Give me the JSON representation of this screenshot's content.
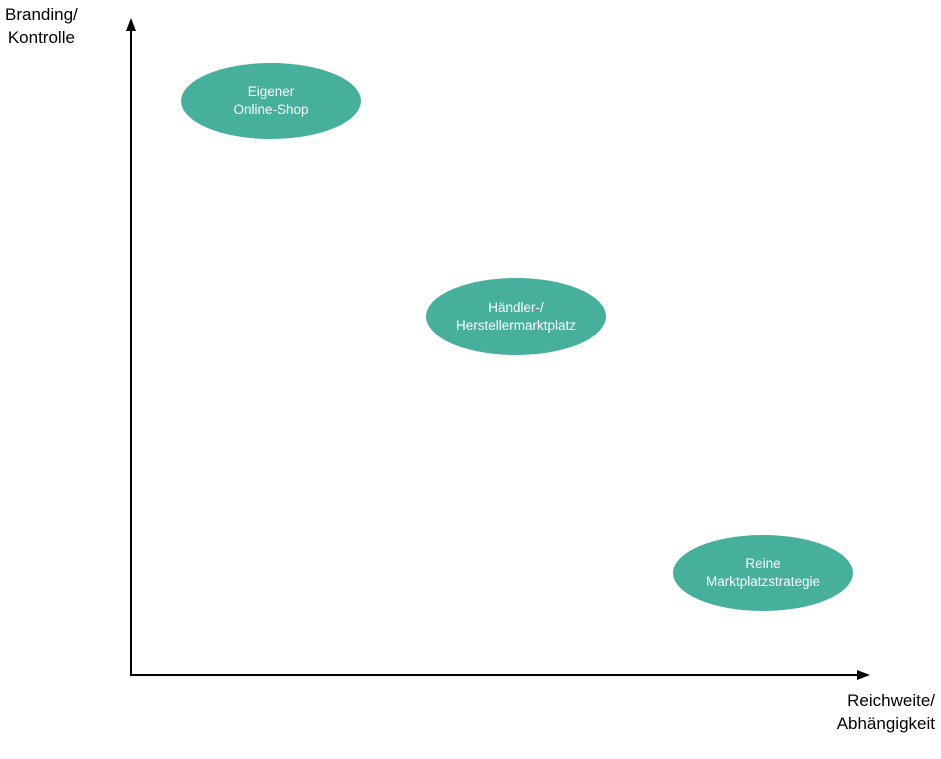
{
  "colors": {
    "bubble_fill": "#46B09C",
    "bubble_text": "#ffffff",
    "axis": "#000000"
  },
  "y_axis": {
    "label_line1": "Branding/",
    "label_line2": "Kontrolle"
  },
  "x_axis": {
    "label_line1": "Reichweite/",
    "label_line2": "Abhängigkeit"
  },
  "bubbles": [
    {
      "line1": "Eigener",
      "line2": "Online-Shop"
    },
    {
      "line1": "Händler-/",
      "line2": "Herstellermarktplatz"
    },
    {
      "line1": "Reine",
      "line2": "Marktplatzstrategie"
    }
  ]
}
